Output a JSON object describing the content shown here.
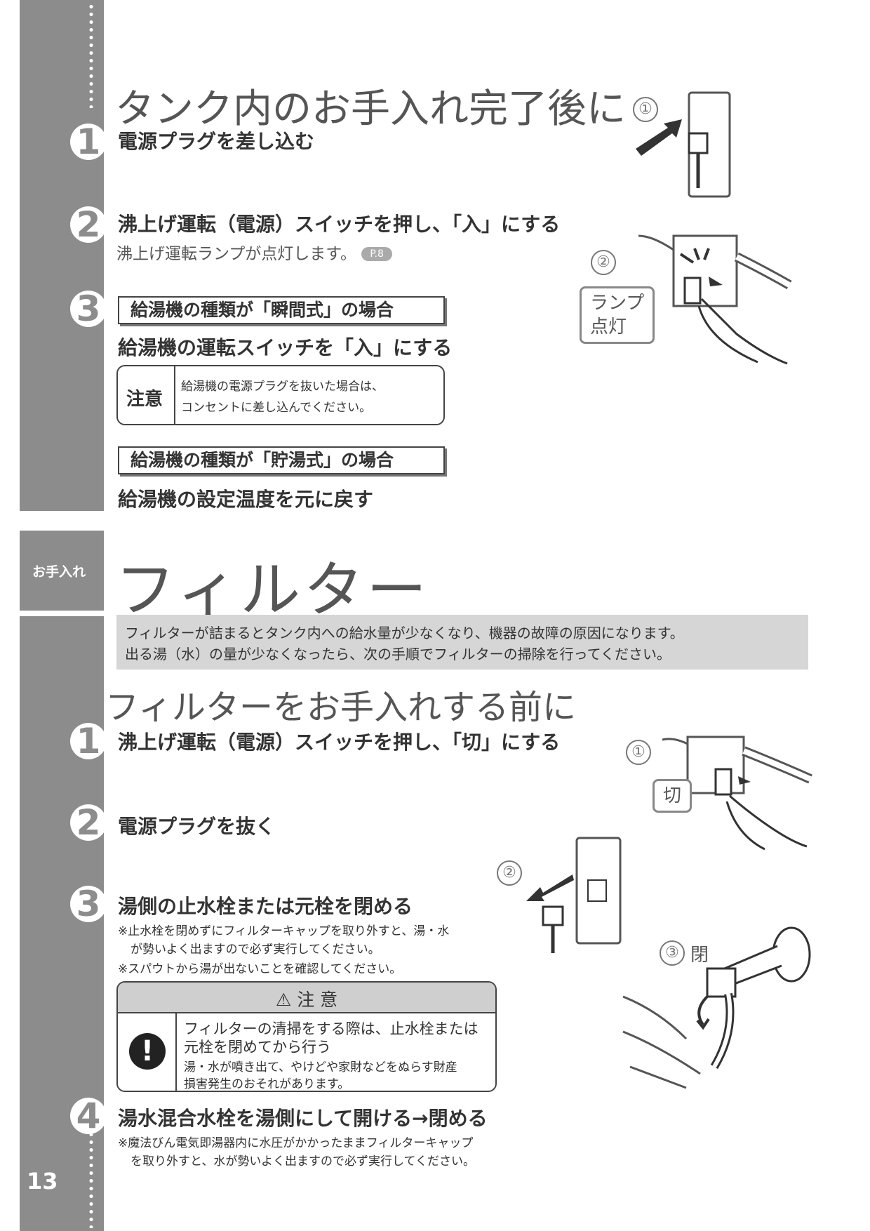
{
  "section1": {
    "title": "タンク内のお手入れ完了後に",
    "steps": [
      {
        "num": "1",
        "title": "電源プラグを差し込む"
      },
      {
        "num": "2",
        "title": "沸上げ運転（電源）スイッチを押し、「入」にする",
        "sub": "沸上げ運転ランプが点灯します。",
        "ref": "P.8"
      },
      {
        "num": "3",
        "case1_tag": "給湯機の種類が「瞬間式」の場合",
        "case1_title": "給湯機の運転スイッチを「入」にする",
        "caution_label": "注意",
        "caution_line1": "給湯機の電源プラグを抜いた場合は、",
        "caution_line2": "コンセントに差し込んでください。",
        "case2_tag": "給湯機の種類が「貯湯式」の場合",
        "case2_title": "給湯機の設定温度を元に戻す"
      }
    ],
    "illustrations": {
      "marker1": "①",
      "marker2": "②",
      "lamp_label_line1": "ランプ",
      "lamp_label_line2": "点灯"
    }
  },
  "section2": {
    "side_label": "お手入れ",
    "title": "フィルター",
    "intro_line1": "フィルターが詰まるとタンク内への給水量が少なくなり、機器の故障の原因になります。",
    "intro_line2": "出る湯（水）の量が少なくなったら、次の手順でフィルターの掃除を行ってください。",
    "subtitle": "フィルターをお手入れする前に",
    "steps": [
      {
        "num": "1",
        "title": "沸上げ運転（電源）スイッチを押し、「切」にする"
      },
      {
        "num": "2",
        "title": "電源プラグを抜く"
      },
      {
        "num": "3",
        "title": "湯側の止水栓または元栓を閉める",
        "note1_line1": "※止水栓を閉めずにフィルターキャップを取り外すと、湯・水",
        "note1_line2": "が勢いよく出ますので必ず実行してください。",
        "note2": "※スパウトから湯が出ないことを確認してください。"
      },
      {
        "num": "4",
        "title": "湯水混合水栓を湯側にして開ける→閉める",
        "note_line1": "※魔法びん電気即湯器内に水圧がかかったままフィルターキャップ",
        "note_line2": "を取り外すと、水が勢いよく出ますので必ず実行してください。"
      }
    ],
    "warning": {
      "header": "注 意",
      "bold_line1": "フィルターの清掃をする際は、止水栓または",
      "bold_line2": "元栓を閉めてから行う",
      "detail_line1": "湯・水が噴き出て、やけどや家財などをぬらす財産",
      "detail_line2": "損害発生のおそれがあります。"
    },
    "illustrations": {
      "marker1": "①",
      "marker2": "②",
      "marker3": "③",
      "off_label": "切",
      "close_label": "閉"
    }
  },
  "page_number": "13"
}
